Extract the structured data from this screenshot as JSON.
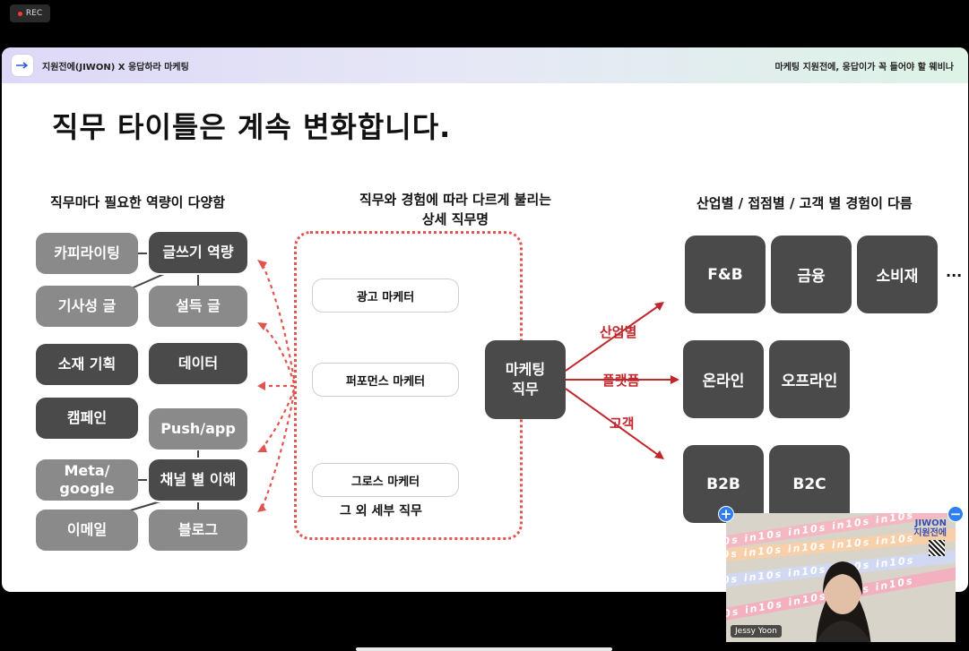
{
  "recording": {
    "label": "REC"
  },
  "header": {
    "brand": "지원전에(JIWON) X 응답하라 마케팅",
    "tagline": "마케팅 지원전에, 응답이가 꼭 들어야 할 웨비나"
  },
  "slide": {
    "title": "직무 타이틀은 계속 변화합니다.",
    "left": {
      "heading": "직무마다 필요한 역량이 다양함",
      "skills": [
        "카피라이팅",
        "글쓰기 역량",
        "기사성 글",
        "설득 글",
        "소재 기획",
        "데이터",
        "캠페인",
        "Push/app",
        "Meta/\ngoogle",
        "채널 별 이해",
        "이메일",
        "블로그"
      ]
    },
    "middle": {
      "heading": "직무와 경험에 따라 다르게 불리는\n상세 직무명",
      "jobs": [
        "광고 마케터",
        "퍼포먼스 마케터",
        "그로스 마케터"
      ],
      "etc": "그 외 세부 직무"
    },
    "center_node": "마케팅\n직무",
    "axes": {
      "industry": "산업별",
      "platform": "플랫폼",
      "customer": "고객"
    },
    "right": {
      "heading": "산업별 / 접점별 / 고객 별 경험이 다름",
      "industry": [
        "F&B",
        "금융",
        "소비재"
      ],
      "more": "...",
      "platform": [
        "온라인",
        "오프라인"
      ],
      "customer": [
        "B2B",
        "B2C"
      ]
    }
  },
  "camera": {
    "name": "Jessy Yoon",
    "brand_line1": "JIWON",
    "brand_line2": "지원전에",
    "banner": "in10s in10s in10s in10s in10s"
  },
  "colors": {
    "accent_red": "#c0272d",
    "dash_red": "#e0554f",
    "dark_box": "#4a4a4a",
    "light_box": "#8a8a8a"
  }
}
